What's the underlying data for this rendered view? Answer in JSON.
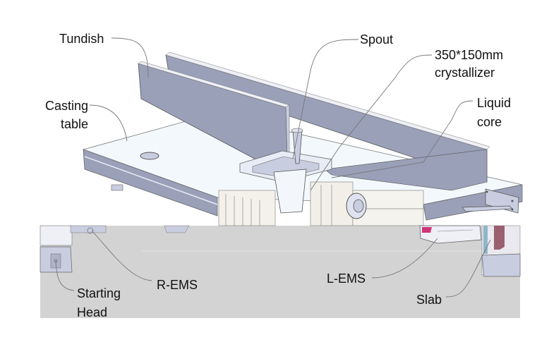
{
  "diagram": {
    "title": "",
    "labels": {
      "tundish": "Tundish",
      "casting_table_line1": "Casting",
      "casting_table_line2": "table",
      "spout": "Spout",
      "crystallizer_line1": "350*150mm",
      "crystallizer_line2": "crystallizer",
      "liquid_core_line1": "Liquid",
      "liquid_core_line2": "core",
      "starting_head_line1": "Starting",
      "starting_head_line2": "Head",
      "r_ems": "R-EMS",
      "l_ems": "L-EMS",
      "slab": "Slab"
    },
    "colors": {
      "steel_face": "#9aa0b8",
      "steel_light": "#c9cde0",
      "table_top": "#f3f8fc",
      "lower_band": "#d3d3d3",
      "leader_line": "#777777",
      "ems_accent": "#d0357a",
      "slab_accent": "#9a6070"
    }
  }
}
